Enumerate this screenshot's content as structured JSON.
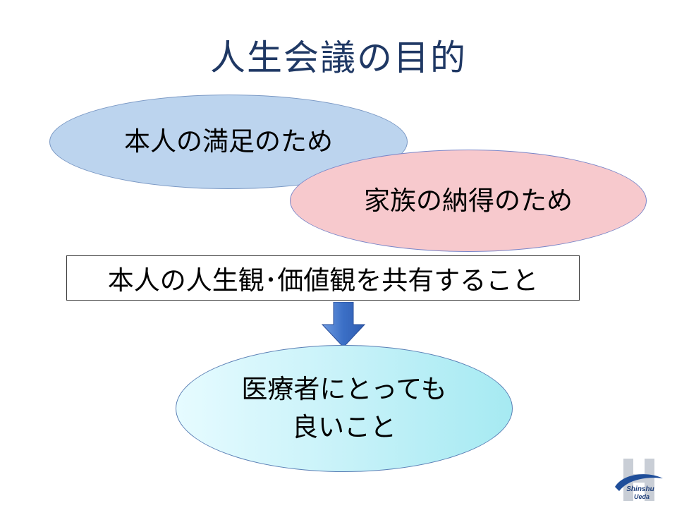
{
  "title": "人生会議の目的",
  "nodes": {
    "self_satisfaction": "本人の満足のため",
    "family_understanding": "家族の納得のため",
    "shared_values": "本人の人生観･価値観を共有すること",
    "benefit_line1": "医療者にとっても",
    "benefit_line2": "良いこと"
  },
  "logo": {
    "line1": "Shinshu",
    "line2": "Ueda"
  },
  "colors": {
    "title": "#1f3864",
    "ellipse_blue": "#bcd4ee",
    "ellipse_pink": "#f7c9cd",
    "ellipse_cyan": "#a6eaf2",
    "arrow": "#3b6fc6"
  }
}
